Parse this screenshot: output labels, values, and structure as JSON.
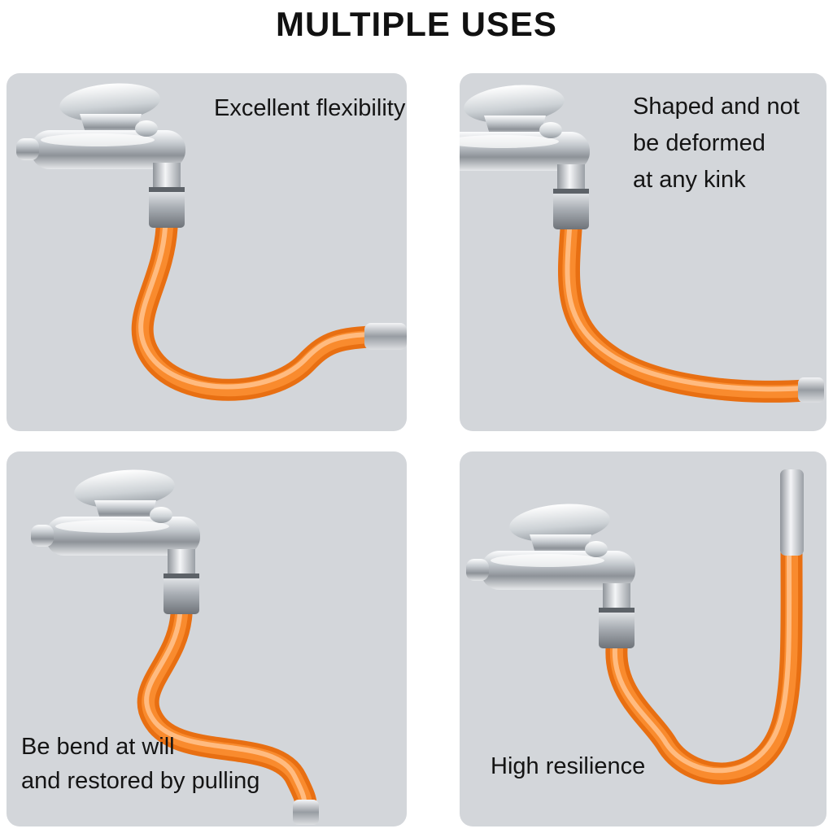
{
  "title": "MULTIPLE USES",
  "panels": [
    {
      "id": "flexibility",
      "caption_lines": [
        "Excellent flexibility"
      ]
    },
    {
      "id": "shaped",
      "caption_lines": [
        "Shaped and not",
        "be deformed",
        "at any kink"
      ]
    },
    {
      "id": "bend",
      "caption_lines": [
        "Be bend at will",
        "and restored by pulling"
      ]
    },
    {
      "id": "resilience",
      "caption_lines": [
        "High resilience"
      ]
    }
  ],
  "colors": {
    "panel_bg": "#d3d6da",
    "hose_orange": "#e86f12",
    "hose_mid": "#f98b2e",
    "hose_highlight": "#ffc08a",
    "text": "#141414"
  }
}
